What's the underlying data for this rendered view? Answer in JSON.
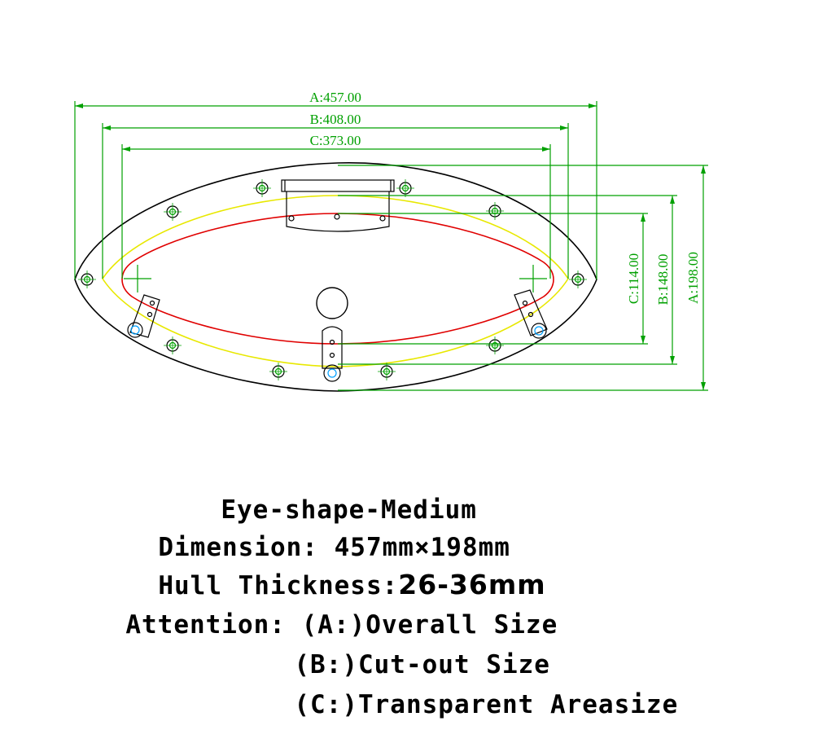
{
  "colors": {
    "outline": "#000000",
    "cutout": "#e8e800",
    "transparent_area": "#e00000",
    "dimension": "#00a000",
    "hole_ring": "#00a000"
  },
  "dimensions": {
    "overall_width": "A:457.00",
    "cutout_width": "B:408.00",
    "transparent_width": "C:373.00",
    "transparent_height": "C:114.00",
    "cutout_height": "B:148.00",
    "overall_height": "A:198.00"
  },
  "specs": {
    "model": "Eye-shape-Medium",
    "dimension_label": "Dimension:",
    "dimension_value": "457mm×198mm",
    "hull_label": "Hull Thickness:",
    "hull_value": "26-36mm",
    "attention_label": "Attention:",
    "attention_a": "(A:)Overall Size",
    "attention_b": "(B:)Cut-out Size",
    "attention_c": "(C:)Transparent Areasize"
  }
}
